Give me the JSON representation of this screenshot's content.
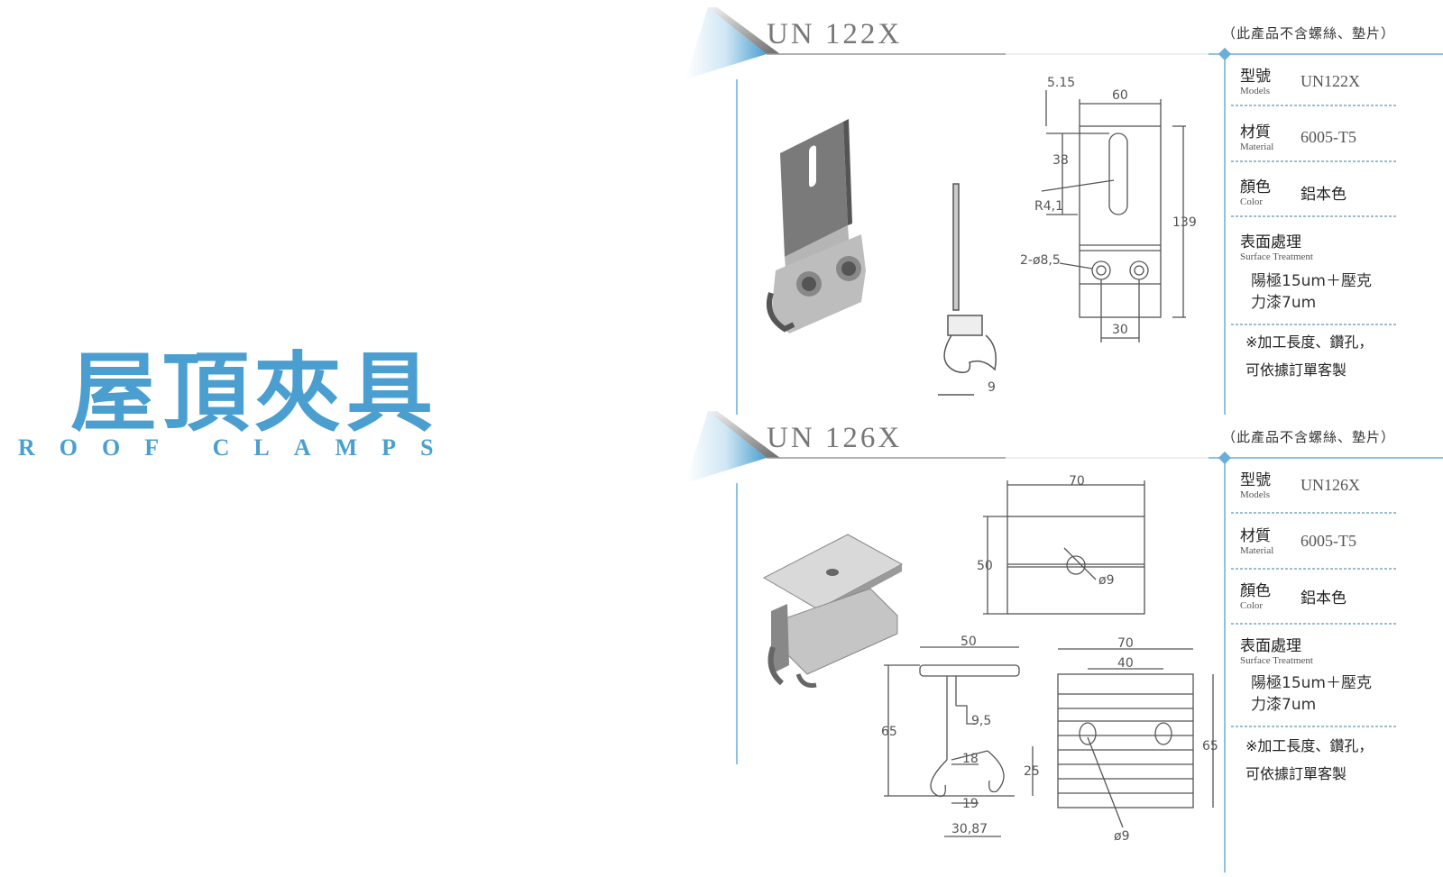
{
  "title": {
    "cn": "屋頂夾具",
    "en": "ROOF CLAMPS"
  },
  "products": [
    {
      "model_heading": "UN 122X",
      "note": "（此產品不含螺絲、墊片）",
      "specs": {
        "model_cn": "型號",
        "model_en": "Models",
        "model_val": "UN122X",
        "material_cn": "材質",
        "material_en": "Material",
        "material_val": "6005-T5",
        "color_cn": "顏色",
        "color_en": "Color",
        "color_val": "鋁本色",
        "treatment_cn": "表面處理",
        "treatment_en": "Surface Treatment",
        "treatment_val_1": "陽極15um＋壓克",
        "treatment_val_2": "力漆7um",
        "remark_1": "※加工長度、鑽孔，",
        "remark_2": "可依據訂單客製"
      },
      "dims": {
        "d1": "5.15",
        "d2": "60",
        "d3": "38",
        "d4": "R4,1",
        "d5": "139",
        "d6": "2-ø8,5",
        "d7": "30",
        "d8": "9"
      }
    },
    {
      "model_heading": "UN 126X",
      "note": "（此產品不含螺絲、墊片）",
      "specs": {
        "model_cn": "型號",
        "model_en": "Models",
        "model_val": "UN126X",
        "material_cn": "材質",
        "material_en": "Material",
        "material_val": "6005-T5",
        "color_cn": "顏色",
        "color_en": "Color",
        "color_val": "鋁本色",
        "treatment_cn": "表面處理",
        "treatment_en": "Surface Treatment",
        "treatment_val_1": "陽極15um＋壓克",
        "treatment_val_2": "力漆7um",
        "remark_1": "※加工長度、鑽孔，",
        "remark_2": "可依據訂單客製"
      },
      "dims": {
        "d1": "70",
        "d2": "50",
        "d3": "ø9",
        "d4": "50",
        "d5": "65",
        "d6": "9,5",
        "d7": "18",
        "d8": "25",
        "d9": "19",
        "d10": "30,87",
        "d11": "70",
        "d12": "40",
        "d13": "65",
        "d14": "ø9"
      }
    }
  ],
  "colors": {
    "accent": "#4a9fd0",
    "line": "#6aaed6"
  }
}
